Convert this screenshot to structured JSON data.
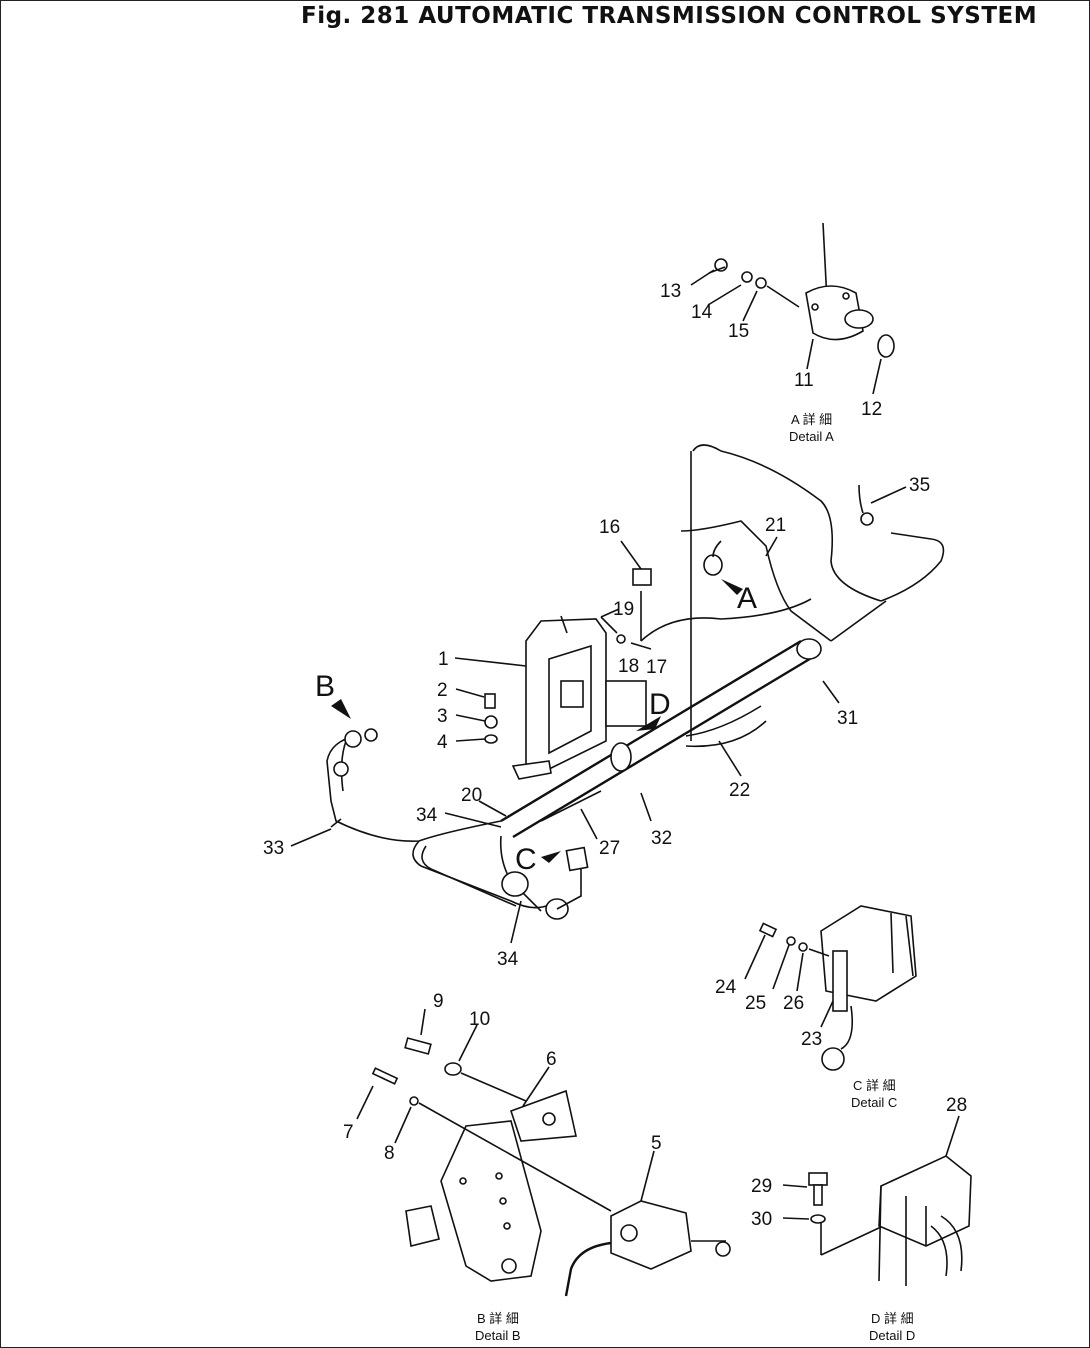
{
  "title": "Fig. 281   AUTOMATIC TRANSMISSION CONTROL SYSTEM",
  "callouts": [
    "1",
    "2",
    "3",
    "4",
    "5",
    "6",
    "7",
    "8",
    "9",
    "10",
    "11",
    "12",
    "13",
    "14",
    "15",
    "16",
    "17",
    "18",
    "19",
    "20",
    "21",
    "22",
    "23",
    "24",
    "25",
    "26",
    "27",
    "28",
    "29",
    "30",
    "31",
    "32",
    "33",
    "34",
    "34",
    "35"
  ],
  "detail_letters": [
    "A",
    "B",
    "C",
    "D"
  ],
  "details": {
    "a": {
      "jp": "A 詳 細",
      "en": "Detail A"
    },
    "b": {
      "jp": "B 詳 細",
      "en": "Detail B"
    },
    "c": {
      "jp": "C 詳 細",
      "en": "Detail C"
    },
    "d": {
      "jp": "D 詳 細",
      "en": "Detail D"
    }
  }
}
